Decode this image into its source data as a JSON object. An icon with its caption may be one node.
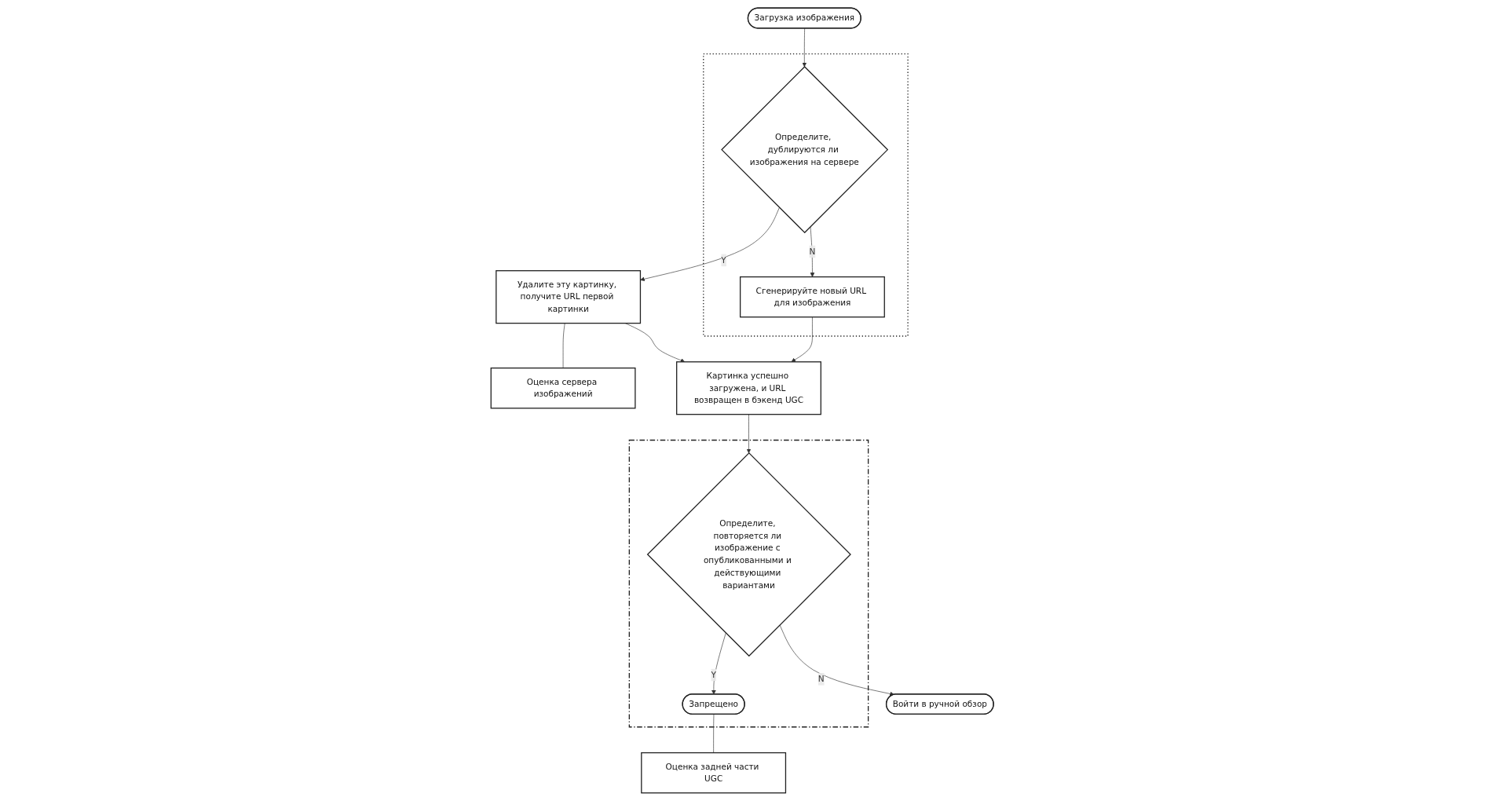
{
  "diagram": {
    "nodes": [
      {
        "text": [
          "Загрузка изображения"
        ]
      },
      {
        "text": [],
        "shape": "box"
      },
      {
        "text": [
          "Сгенерируйте новый URL для изображения"
        ],
        "in": 1
      },
      {
        "text": [
          "Определите, дублируются ли изображения на сервере"
        ],
        "in": 1
      },
      {
        "text": [
          "Удалите эту картинку, получите URL первой картинки"
        ]
      },
      {
        "text": [
          "Оценка сервера изображений"
        ]
      },
      {
        "text": [
          "Картинка успешно загружена, и URL возвращен в бэкенд UGC"
        ]
      },
      {
        "text": [],
        "shape": "box"
      },
      {
        "text": [
          "Определите, повторяется ли изображение с опубликованными и действующими вариантами"
        ],
        "in": 7
      },
      {
        "text": [
          "Запрещено"
        ],
        "in": 7
      },
      {
        "text": [
          "Оценка задней части UGC"
        ]
      },
      {
        "text": [
          "Войти в ручной обзор"
        ]
      }
    ],
    "edges": [
      {
        "from": 0,
        "to": 3,
        "arrow": "to"
      },
      {
        "from": 3,
        "to": 2,
        "arrow": "to",
        "label": "N"
      },
      {
        "from": 3,
        "to": 4,
        "arrow": "to",
        "label": "Y"
      },
      {
        "from": 4,
        "to": 5,
        "arrow": "none"
      },
      {
        "from": 2,
        "to": 6,
        "arrow": "to"
      },
      {
        "from": 4,
        "to": 6,
        "arrow": "to"
      },
      {
        "from": 6,
        "to": 8,
        "arrow": "to"
      },
      {
        "from": 8,
        "to": 9,
        "arrow": "to",
        "label": "Y"
      },
      {
        "from": 9,
        "to": 10,
        "arrow": "none"
      },
      {
        "from": 8,
        "to": 11,
        "arrow": "to",
        "label": "N"
      }
    ]
  }
}
